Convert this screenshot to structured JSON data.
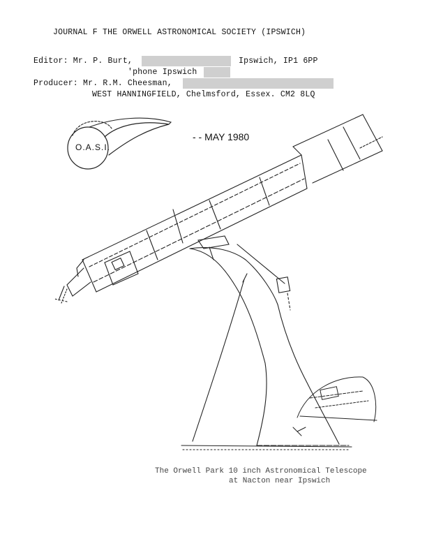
{
  "header": {
    "title": "JOURNAL F THE ORWELL ASTRONOMICAL SOCIETY (IPSWICH)"
  },
  "editor": {
    "label": "Editor: Mr. P. Burt,",
    "town": "Ipswich, IP1 6PP",
    "phone_label": "'phone Ipswich"
  },
  "producer": {
    "label": "Producer: Mr. R.M. Cheesman,",
    "address": "WEST HANNINGFIELD, Chelmsford, Essex. CM2 8LQ"
  },
  "badge": {
    "logo_text": "O.A.S.I."
  },
  "issue": {
    "date": "- - MAY 1980"
  },
  "caption": {
    "line1": "The Orwell Park 10 inch Astronomical Telescope",
    "line2": "at Nacton near Ipswich"
  }
}
